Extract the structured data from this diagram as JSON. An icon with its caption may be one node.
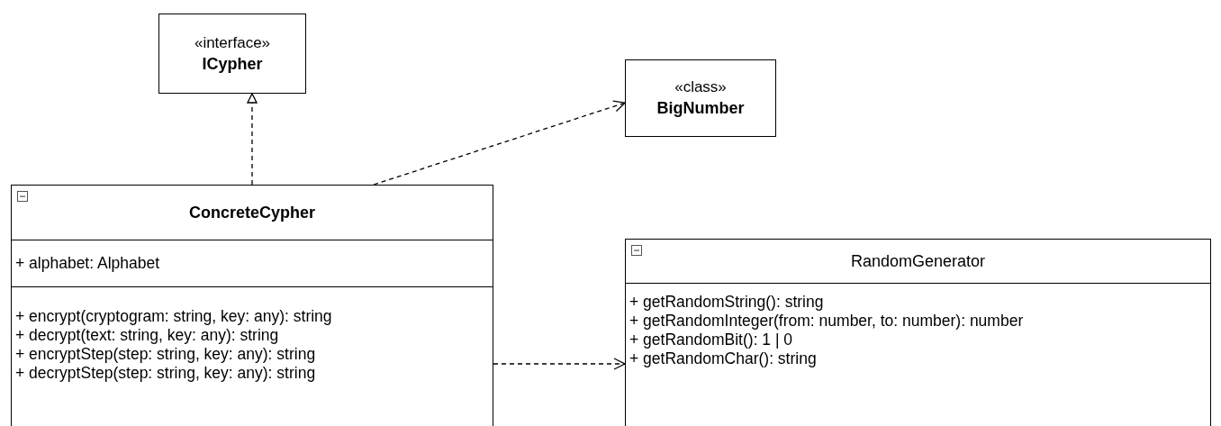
{
  "diagram": {
    "nodes": [
      {
        "text": [
          "«interface»",
          "ICypher"
        ]
      },
      {
        "text": [
          "«class»",
          "BigNumber"
        ]
      },
      {
        "text": [
          "ConcreteCypher",
          "+ alphabet: Alphabet",
          "+ encrypt(cryptogram: string, key: any): string",
          "+ decrypt(text: string, key: any): string",
          "+ encryptStep(step: string, key: any): string",
          "+ decryptStep(step: string, key: any): string"
        ]
      },
      {
        "text": [
          "RandomGenerator",
          "+ getRandomString(): string",
          "+ getRandomInteger(from: number, to: number): number",
          "+ getRandomBit(): 1 | 0",
          "+ getRandomChar(): string"
        ]
      }
    ],
    "edges": [
      {
        "from": 2,
        "to": 0,
        "arrow": "to",
        "style": "dashed"
      },
      {
        "from": 2,
        "to": 1,
        "arrow": "to",
        "style": "dashed"
      },
      {
        "from": 2,
        "to": 3,
        "arrow": "to",
        "style": "dashed"
      }
    ]
  }
}
